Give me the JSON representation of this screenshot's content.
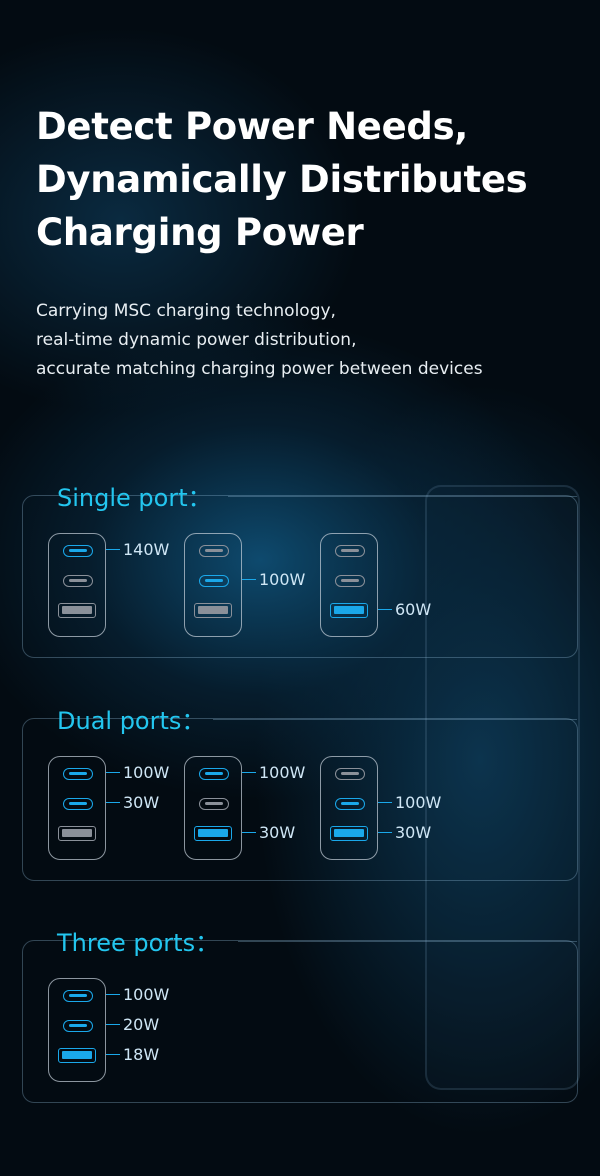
{
  "title_lines": [
    "Detect Power Needs,",
    "Dynamically Distributes",
    "Charging Power"
  ],
  "subtitle_lines": [
    "Carrying MSC charging technology,",
    "real-time dynamic power distribution,",
    "accurate matching charging power between devices"
  ],
  "colors": {
    "accent": "#1aa8ea",
    "heading": "#23c6ef"
  },
  "sections": [
    {
      "title": "Single port：",
      "chargers": [
        {
          "ports": [
            {
              "type": "usb-c",
              "active": true,
              "label": "140W"
            },
            {
              "type": "usb-c",
              "active": false
            },
            {
              "type": "usb-a",
              "active": false
            }
          ]
        },
        {
          "ports": [
            {
              "type": "usb-c",
              "active": false
            },
            {
              "type": "usb-c",
              "active": true,
              "label": "100W"
            },
            {
              "type": "usb-a",
              "active": false
            }
          ]
        },
        {
          "ports": [
            {
              "type": "usb-c",
              "active": false
            },
            {
              "type": "usb-c",
              "active": false
            },
            {
              "type": "usb-a",
              "active": true,
              "label": "60W"
            }
          ]
        }
      ]
    },
    {
      "title": "Dual ports：",
      "chargers": [
        {
          "ports": [
            {
              "type": "usb-c",
              "active": true,
              "label": "100W"
            },
            {
              "type": "usb-c",
              "active": true,
              "label": "30W"
            },
            {
              "type": "usb-a",
              "active": false
            }
          ]
        },
        {
          "ports": [
            {
              "type": "usb-c",
              "active": true,
              "label": "100W"
            },
            {
              "type": "usb-c",
              "active": false
            },
            {
              "type": "usb-a",
              "active": true,
              "label": "30W"
            }
          ]
        },
        {
          "ports": [
            {
              "type": "usb-c",
              "active": false
            },
            {
              "type": "usb-c",
              "active": true,
              "label": "100W"
            },
            {
              "type": "usb-a",
              "active": true,
              "label": "30W"
            }
          ]
        }
      ]
    },
    {
      "title": "Three ports：",
      "chargers": [
        {
          "ports": [
            {
              "type": "usb-c",
              "active": true,
              "label": "100W"
            },
            {
              "type": "usb-c",
              "active": true,
              "label": "20W"
            },
            {
              "type": "usb-a",
              "active": true,
              "label": "18W"
            }
          ]
        }
      ]
    }
  ]
}
